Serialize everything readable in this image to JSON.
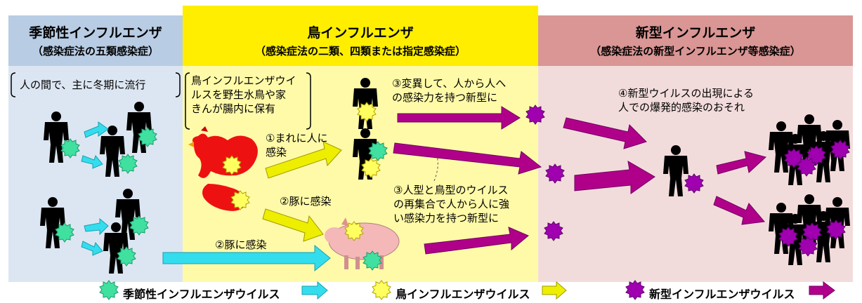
{
  "colors": {
    "seasonal_bg": "#dce6f2",
    "seasonal_hdr": "#b8cce4",
    "avian_bg": "#fffaa8",
    "avian_hdr": "#ffee00",
    "novel_bg": "#f2dcdb",
    "novel_hdr": "#d99694",
    "seasonal_virus": "#40e0a0",
    "avian_virus": "#ffff60",
    "novel_virus": "#a000b0",
    "seasonal_arrow": "#33ddee",
    "avian_arrow": "#eeee00",
    "novel_arrow": "#b0008a"
  },
  "headers": {
    "seasonal": {
      "title": "季節性インフルエンザ",
      "subtitle": "（感染症法の五類感染症）"
    },
    "avian": {
      "title": "鳥インフルエンザ",
      "subtitle": "（感染症法の二類、四類または指定感染症）"
    },
    "novel": {
      "title": "新型インフルエンザ",
      "subtitle": "（感染症法の新型インフルエンザ等感染症）"
    }
  },
  "notes": {
    "seasonal_spread": "人の間で、主に冬期に流行",
    "avian_reservoir": [
      "鳥インフルエンザウイ",
      "ルスを野生水鳥や家",
      "きんが腸内に保有"
    ],
    "mutation": [
      "③変異して、人から人へ",
      "の感染力を持つ新型に"
    ],
    "rare_human": [
      "①まれに人に",
      "感染"
    ],
    "pig_from_bird": "②豚に感染",
    "reassortment": [
      "③人型と鳥型のウイルス",
      "の再集合で人から人に強",
      "い感染力を持つ新型に"
    ],
    "pig_from_human": "②豚に感染",
    "pandemic": [
      "④新型ウイルスの出現による",
      "人での爆発的感染のおそれ"
    ]
  },
  "legend": {
    "seasonal": "季節性インフルエンザウイルス",
    "avian": "鳥インフルエンザウイルス",
    "novel": "新型インフルエンザウイルス"
  },
  "icons": [
    "person-icon",
    "rooster-icon",
    "pig-icon",
    "virus-icon",
    "arrow-icon"
  ]
}
